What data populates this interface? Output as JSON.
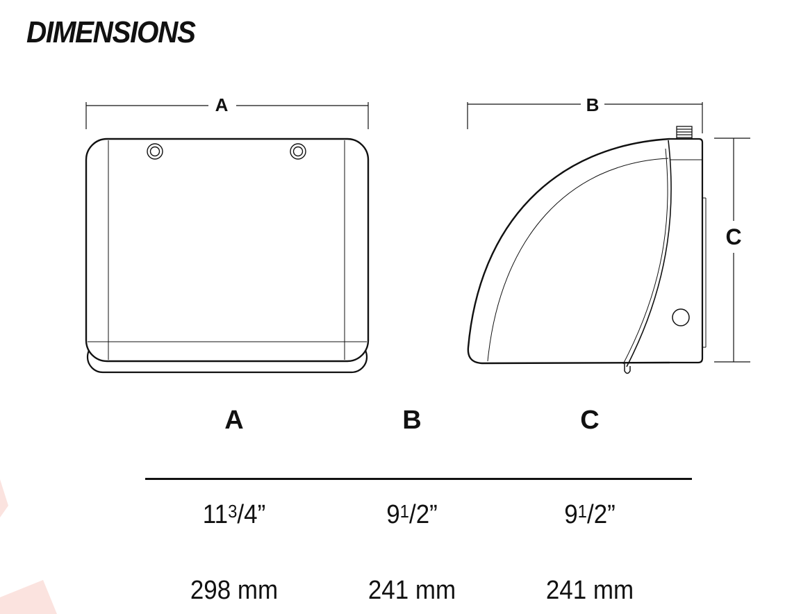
{
  "title": "DIMENSIONS",
  "diagram": {
    "front_view_label": "A",
    "side_view_width_label": "B",
    "side_view_height_label": "C"
  },
  "table": {
    "headers": [
      "A",
      "B",
      "C"
    ],
    "inches": [
      {
        "whole": "11",
        "num": "3",
        "den": "4",
        "unit": "”"
      },
      {
        "whole": "9",
        "num": "1",
        "den": "2",
        "unit": "”"
      },
      {
        "whole": "9",
        "num": "1",
        "den": "2",
        "unit": "”"
      }
    ],
    "millimeters": [
      "298 mm",
      "241 mm",
      "241 mm"
    ]
  },
  "colors": {
    "line": "#111111",
    "accent": "#f6ccc6"
  }
}
